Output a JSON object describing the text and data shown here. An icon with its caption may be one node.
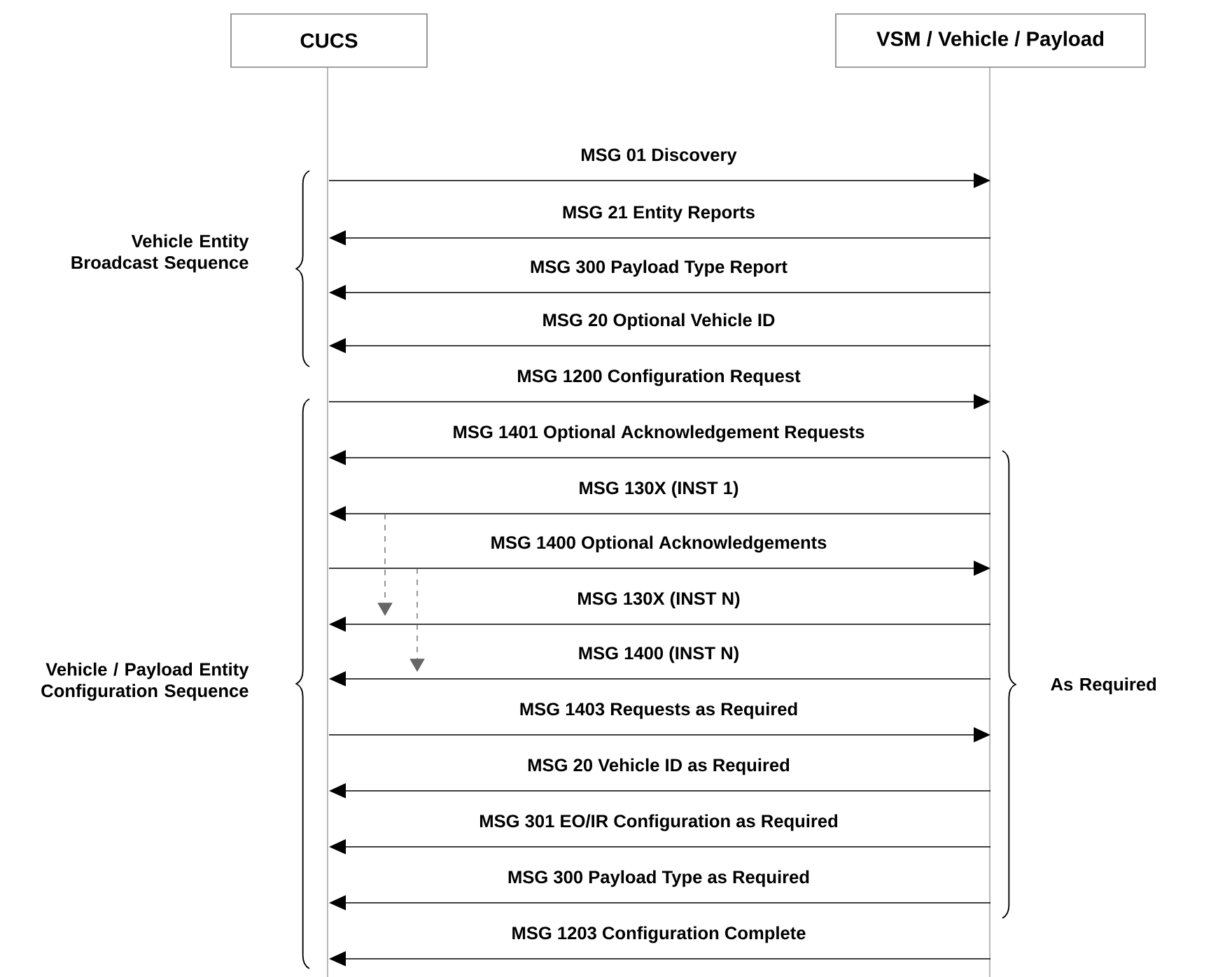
{
  "diagram": {
    "nodes": [
      {
        "text": [
          "CUCS"
        ]
      },
      {
        "text": [
          "VSM / Vehicle / Payload"
        ]
      }
    ],
    "edges": [
      {
        "from": 0,
        "to": 1,
        "arrow": "to",
        "label": "MSG 01 Discovery"
      },
      {
        "from": 1,
        "to": 0,
        "arrow": "to",
        "label": "MSG 21 Entity Reports"
      },
      {
        "from": 1,
        "to": 0,
        "arrow": "to",
        "label": "MSG 300 Payload Type Report"
      },
      {
        "from": 1,
        "to": 0,
        "arrow": "to",
        "label": "MSG 20 Optional Vehicle ID"
      },
      {
        "from": 0,
        "to": 1,
        "arrow": "to",
        "label": "MSG 1200 Configuration Request"
      },
      {
        "from": 1,
        "to": 0,
        "arrow": "to",
        "label": "MSG 1401 Optional Acknowledgement Requests"
      },
      {
        "from": 1,
        "to": 0,
        "arrow": "to",
        "label": "MSG 130X (INST 1)"
      },
      {
        "from": 0,
        "to": 1,
        "arrow": "to",
        "label": "MSG 1400 Optional Acknowledgements"
      },
      {
        "from": 1,
        "to": 0,
        "arrow": "to",
        "label": "MSG 130X (INST N)"
      },
      {
        "from": 1,
        "to": 0,
        "arrow": "to",
        "label": "MSG 1400 (INST N)"
      },
      {
        "from": 0,
        "to": 1,
        "arrow": "to",
        "label": "MSG 1403 Requests as Required"
      },
      {
        "from": 1,
        "to": 0,
        "arrow": "to",
        "label": "MSG 20 Vehicle ID as Required"
      },
      {
        "from": 1,
        "to": 0,
        "arrow": "to",
        "label": "MSG 301 EO/IR Configuration as Required"
      },
      {
        "from": 1,
        "to": 0,
        "arrow": "to",
        "label": "MSG 300 Payload Type as Required"
      },
      {
        "from": 1,
        "to": 0,
        "arrow": "to",
        "label": "MSG 1203 Configuration Complete"
      }
    ],
    "labels": [
      "Vehicle Entity Broadcast Sequence",
      "Vehicle / Payload Entity Configuration Sequence",
      "As Required"
    ]
  }
}
